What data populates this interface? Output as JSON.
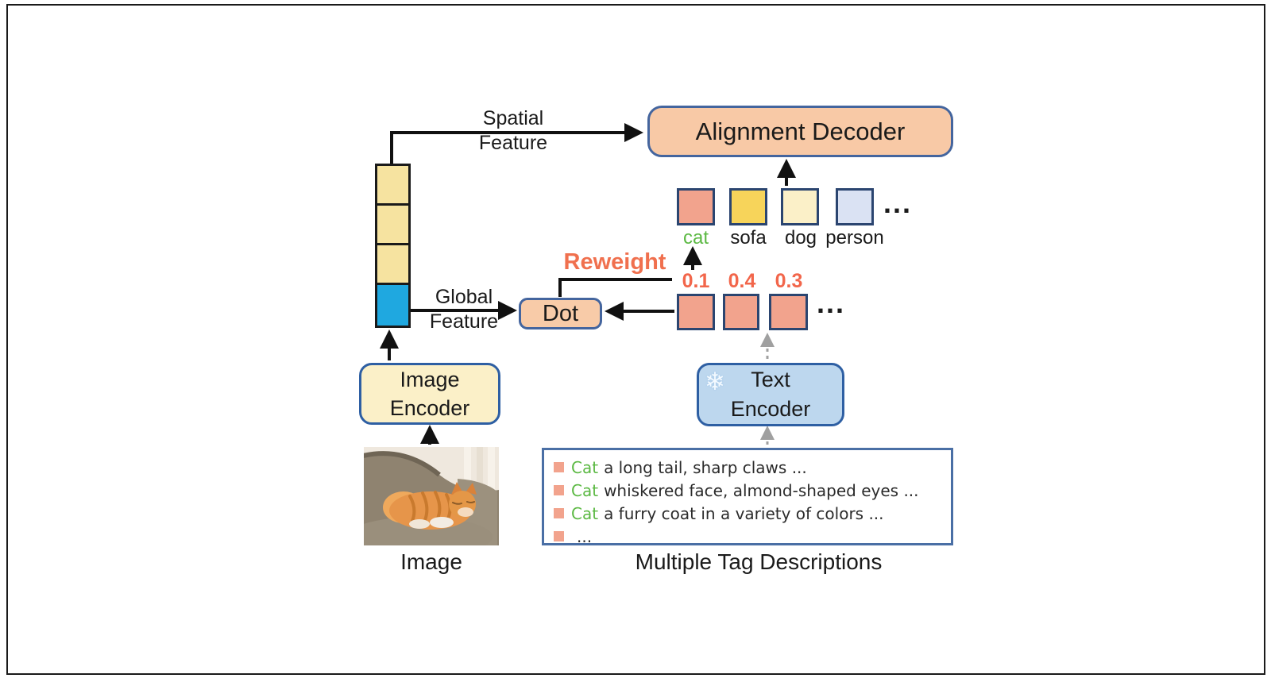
{
  "diagram": {
    "alignment_decoder": "Alignment Decoder",
    "spatial_feature": "Spatial\nFeature",
    "global_feature": "Global\nFeature",
    "dot_box": "Dot",
    "reweight": "Reweight",
    "weights": [
      "0.1",
      "0.4",
      "0.3"
    ],
    "tag_embeddings_ellipsis": "...",
    "tags_ellipsis": "...",
    "tags": [
      {
        "label": "cat",
        "box_color": "#F2A38D",
        "label_color": "#5CB944"
      },
      {
        "label": "sofa",
        "box_color": "#F7D45A",
        "label_color": "#1a1a1a"
      },
      {
        "label": "dog",
        "box_color": "#FBF0C8",
        "label_color": "#1a1a1a"
      },
      {
        "label": "person",
        "box_color": "#DAE2F3",
        "label_color": "#1a1a1a"
      }
    ],
    "image_encoder": "Image\nEncoder",
    "text_encoder": "Text\nEncoder",
    "frozen_icon": "❄",
    "image_caption": "Image",
    "descriptions_caption": "Multiple Tag Descriptions",
    "tag_descriptions": [
      {
        "tag": "Cat",
        "text": "a long tail, sharp claws ..."
      },
      {
        "tag": "Cat",
        "text": "whiskered face, almond-shaped eyes ..."
      },
      {
        "tag": "Cat",
        "text": "a furry coat in a variety of colors ..."
      },
      {
        "tag": "",
        "text": "..."
      }
    ],
    "colors": {
      "stack_yellow": "#F6E3A0",
      "stack_blue": "#1FA8E0",
      "decoder_fill": "#F8C9A6",
      "dot_fill": "#F8CBA8",
      "rounded_border_blue": "#44659E",
      "square_border_navy": "#2B4570",
      "image_encoder_fill": "#FBF0C8",
      "text_encoder_fill": "#BDD7EE",
      "encoder_border": "#2E5FA3",
      "salmon": "#F2A38D",
      "tag_green": "#5CB944",
      "orange_text": "#F2664B",
      "gray_arrow": "#A0A0A0",
      "descriptions_border": "#4A6FA5"
    }
  }
}
